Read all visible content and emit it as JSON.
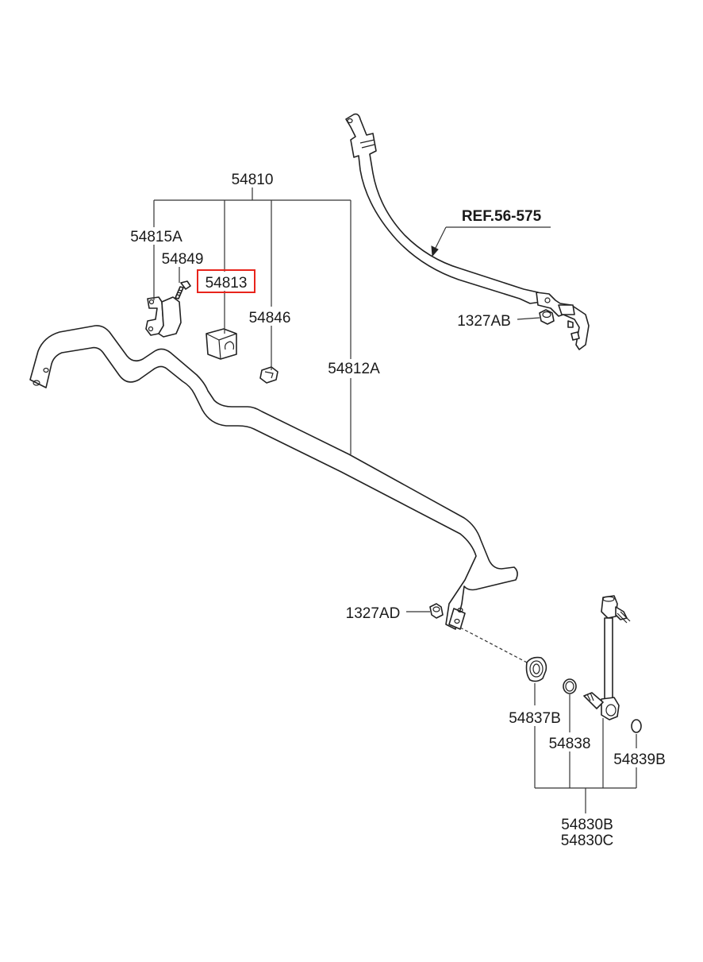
{
  "labels": {
    "assembly": "54810",
    "bracket": "54815A",
    "bolt": "54849",
    "bushing": "54813",
    "clip": "54846",
    "bar": "54812A",
    "ref": "REF.56-575",
    "nut_top": "1327AB",
    "nut_bottom": "1327AD",
    "link_bushing": "54837B",
    "link_washer": "54838",
    "link_cap": "54839B",
    "link_assy_1": "54830B",
    "link_assy_2": "54830C"
  },
  "highlight": {
    "part": "54813",
    "color": "#e8241c"
  }
}
